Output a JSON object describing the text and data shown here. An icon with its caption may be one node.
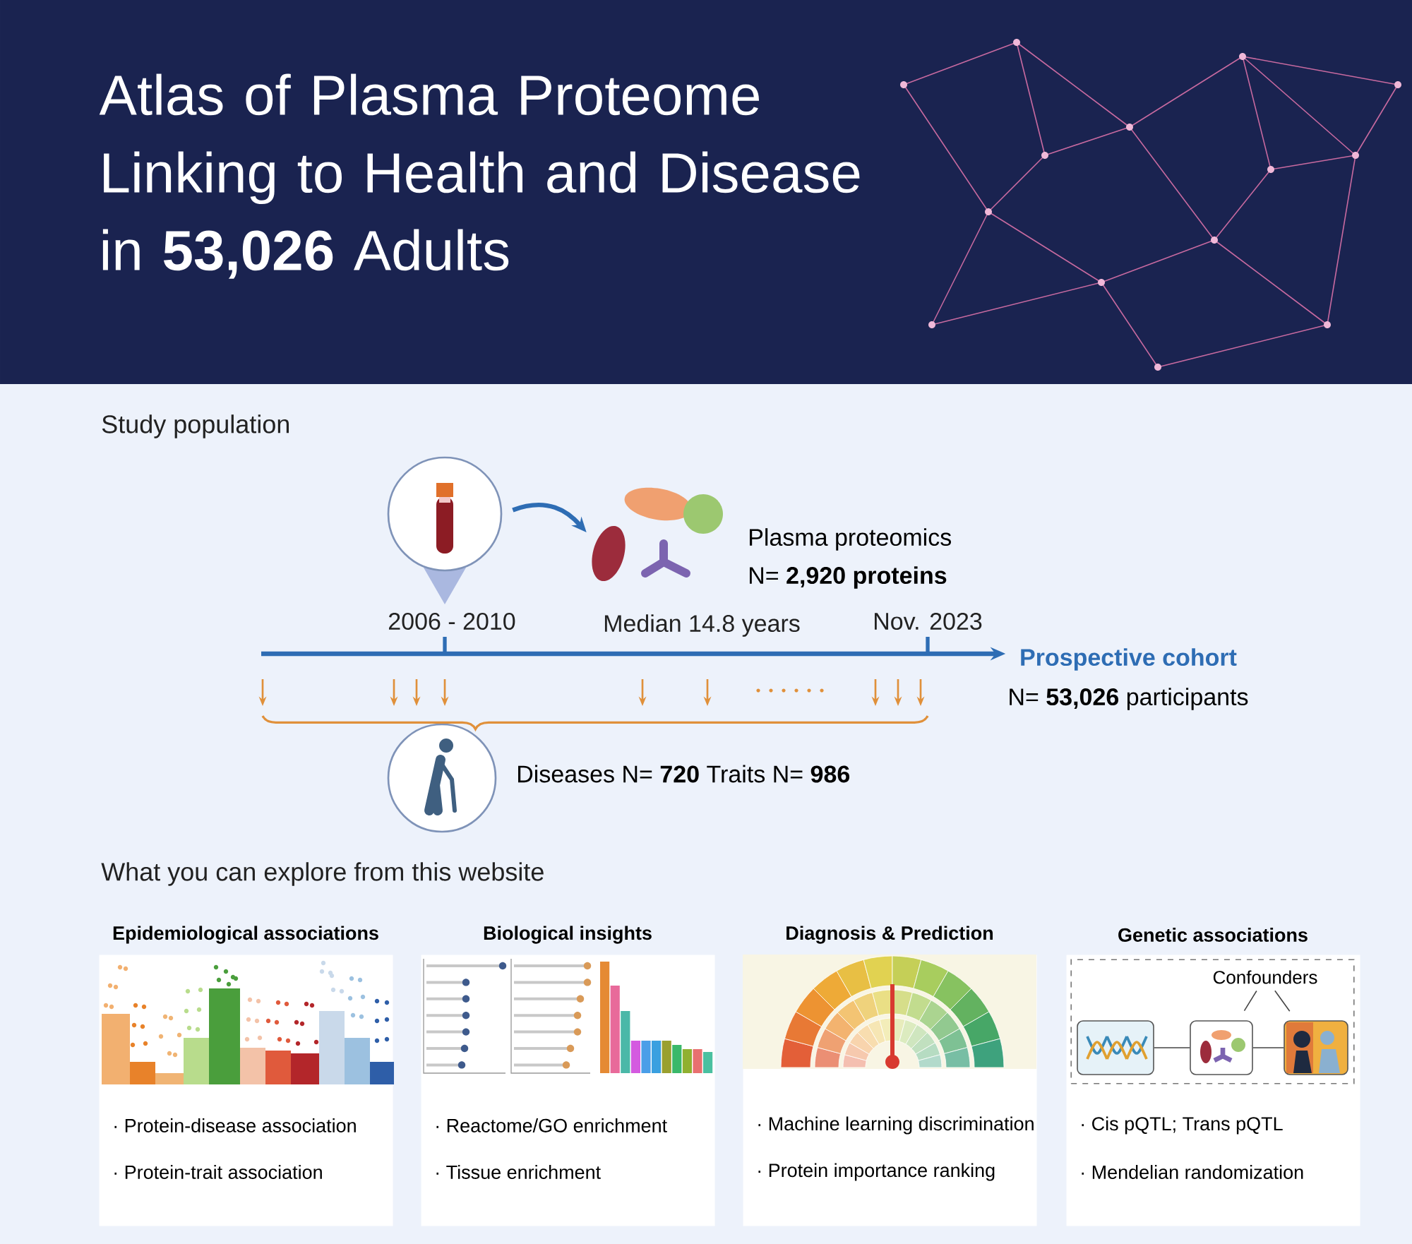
{
  "diagram": {
    "title": "Atlas of Plasma Proteome Linking to Health and Disease in **53,026** Adults",
    "nodes": [
      {
        "text": [],
        "shape": "circle"
      },
      {
        "text": [],
        "shape": "picture",
        "beside": [
          "Plasma proteomics",
          "N= **2,920 proteins**"
        ]
      },
      {
        "text": [
          "Prospective cohort",
          "N= **53,026** participants"
        ]
      },
      {
        "text": [],
        "shape": "circle",
        "beside": [
          "Diseases N= **720**  Traits N= **986**"
        ]
      },
      {
        "text": [
          "Epidemiological associations",
          "· Protein-disease association",
          "· Protein-trait association"
        ]
      },
      {
        "text": [
          "Biological insights",
          "· Reactome/GO enrichment",
          "· Tissue enrichment"
        ]
      },
      {
        "text": [
          "Diagnosis & Prediction",
          "· Machine learning discrimination",
          "· Protein importance ranking"
        ]
      },
      {
        "text": [
          "Genetic associations",
          "· Cis pQTL; Trans pQTL",
          "· Mendelian randomization"
        ]
      },
      {
        "text": [],
        "shape": "box",
        "in": 7
      },
      {
        "text": [
          "Confounders"
        ],
        "in": 8
      },
      {
        "text": [],
        "shape": "picture",
        "in": 8
      },
      {
        "text": [],
        "shape": "picture",
        "in": 8
      },
      {
        "text": [],
        "shape": "picture",
        "in": 8
      }
    ],
    "edges": [
      {
        "from": 0,
        "to": 1,
        "arrow": "to",
        "style": "thick",
        "color": "#2e6db4"
      },
      {
        "from": null,
        "to": 2,
        "arrow": "to",
        "style": "thick",
        "color": "#2e6db4"
      },
      {
        "from": 10,
        "to": 11,
        "arrow": "none"
      },
      {
        "from": 11,
        "to": 12,
        "arrow": "none"
      },
      {
        "from": 9,
        "to": 11,
        "arrow": "none"
      },
      {
        "from": 9,
        "to": 12,
        "arrow": "none"
      }
    ],
    "labels": [
      "Study population",
      "2006 - 2010",
      "Median 14.8 years",
      "Nov. 2023",
      "What you can explore from this website"
    ]
  }
}
